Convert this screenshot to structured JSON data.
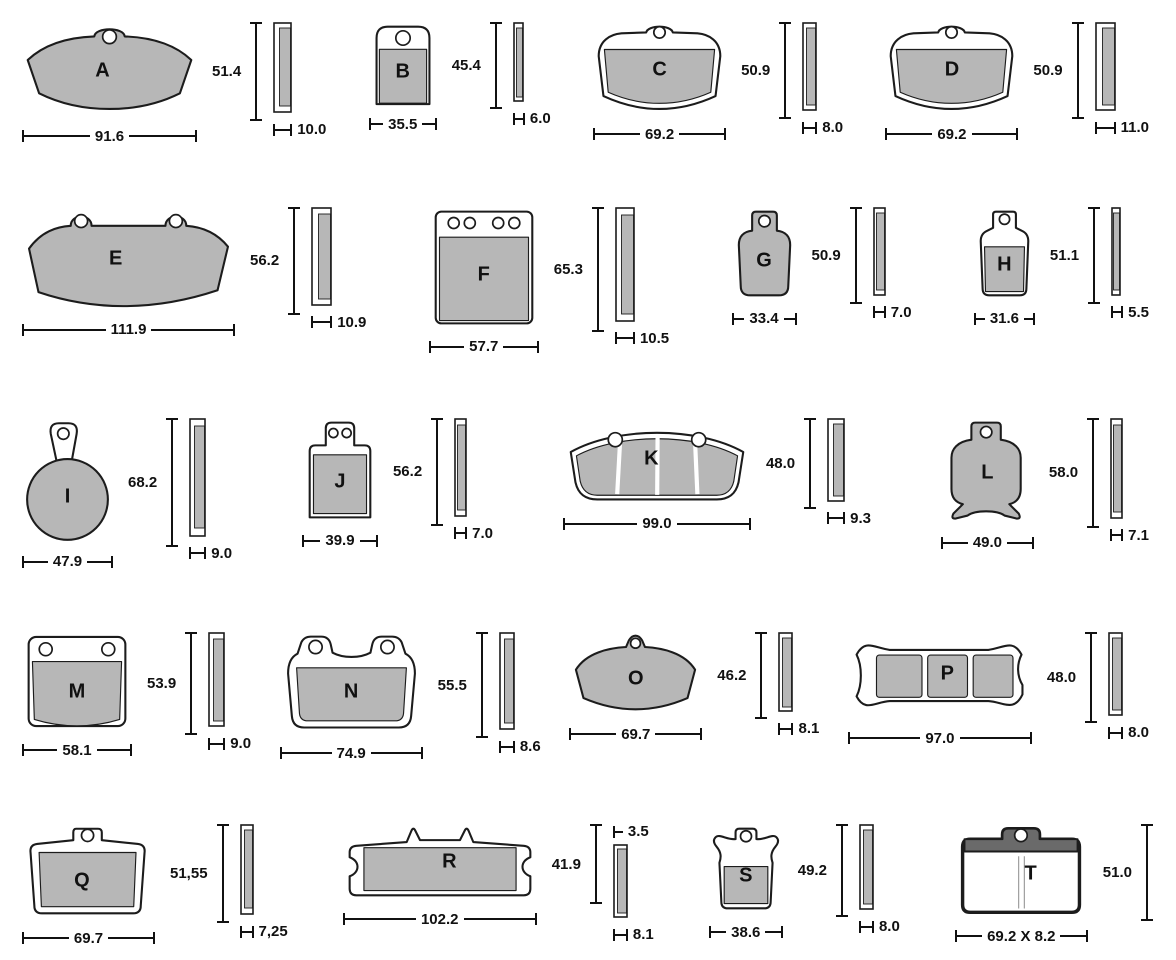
{
  "colors": {
    "friction": "#b7b7b7",
    "plate": "#ffffff",
    "outline": "#1c1c1c",
    "dark_band": "#6a6a6a"
  },
  "rows": [
    [
      "A",
      "B",
      "C",
      "D"
    ],
    [
      "E",
      "F",
      "G",
      "H"
    ],
    [
      "I",
      "J",
      "K",
      "L"
    ],
    [
      "M",
      "N",
      "O",
      "P"
    ],
    [
      "Q",
      "R",
      "S",
      "T"
    ]
  ],
  "pads": [
    {
      "id": "A",
      "label": "A",
      "width_label": "91.6",
      "height_label": "51.4",
      "thickness_label": "10.0"
    },
    {
      "id": "B",
      "label": "B",
      "width_label": "35.5",
      "height_label": "45.4",
      "thickness_label": "6.0"
    },
    {
      "id": "C",
      "label": "C",
      "width_label": "69.2",
      "height_label": "50.9",
      "thickness_label": "8.0"
    },
    {
      "id": "D",
      "label": "D",
      "width_label": "69.2",
      "height_label": "50.9",
      "thickness_label": "11.0"
    },
    {
      "id": "E",
      "label": "E",
      "width_label": "111.9",
      "height_label": "56.2",
      "thickness_label": "10.9"
    },
    {
      "id": "F",
      "label": "F",
      "width_label": "57.7",
      "height_label": "65.3",
      "thickness_label": "10.5"
    },
    {
      "id": "G",
      "label": "G",
      "width_label": "33.4",
      "height_label": "50.9",
      "thickness_label": "7.0"
    },
    {
      "id": "H",
      "label": "H",
      "width_label": "31.6",
      "height_label": "51.1",
      "thickness_label": "5.5"
    },
    {
      "id": "I",
      "label": "I",
      "width_label": "47.9",
      "height_label": "68.2",
      "thickness_label": "9.0"
    },
    {
      "id": "J",
      "label": "J",
      "width_label": "39.9",
      "height_label": "56.2",
      "thickness_label": "7.0"
    },
    {
      "id": "K",
      "label": "K",
      "width_label": "99.0",
      "height_label": "48.0",
      "thickness_label": "9.3"
    },
    {
      "id": "L",
      "label": "L",
      "width_label": "49.0",
      "height_label": "58.0",
      "thickness_label": "7.1"
    },
    {
      "id": "M",
      "label": "M",
      "width_label": "58.1",
      "height_label": "53.9",
      "thickness_label": "9.0"
    },
    {
      "id": "N",
      "label": "N",
      "width_label": "74.9",
      "height_label": "55.5",
      "thickness_label": "8.6"
    },
    {
      "id": "O",
      "label": "O",
      "width_label": "69.7",
      "height_label": "46.2",
      "thickness_label": "8.1"
    },
    {
      "id": "P",
      "label": "P",
      "width_label": "97.0",
      "height_label": "48.0",
      "thickness_label": "8.0"
    },
    {
      "id": "Q",
      "label": "Q",
      "width_label": "69.7",
      "height_label": "51,55",
      "thickness_label": "7,25"
    },
    {
      "id": "R",
      "label": "R",
      "width_label": "102.2",
      "height_label": "41.9",
      "thickness_label": "8.1",
      "top_thickness_label": "3.5"
    },
    {
      "id": "S",
      "label": "S",
      "width_label": "38.6",
      "height_label": "49.2",
      "thickness_label": "8.0"
    },
    {
      "id": "T",
      "label": "T",
      "width_label": "69.2 X 8.2",
      "height_label": "51.0",
      "thickness_label": null
    }
  ]
}
